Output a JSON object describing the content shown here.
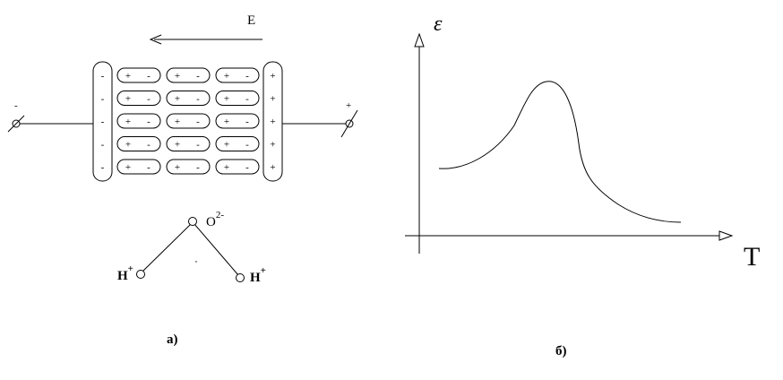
{
  "diagram_a": {
    "field_label": "E",
    "left_terminal_sign": "-",
    "right_terminal_sign": "+",
    "left_plate_signs": [
      "-",
      "-",
      "-",
      "-",
      "-"
    ],
    "right_plate_signs": [
      "+",
      "+",
      "+",
      "+",
      "+"
    ],
    "dipole_rows": 5,
    "dipole_cols": 3,
    "dipole_positive": "+",
    "dipole_negative": "-",
    "molecule": {
      "oxygen": "O",
      "oxygen_charge": "2-",
      "hydrogen_left": "H",
      "hydrogen_left_charge": "+",
      "hydrogen_right": "H",
      "hydrogen_right_charge": "+"
    },
    "caption": "а)"
  },
  "diagram_b": {
    "y_label": "ε",
    "x_label": "T",
    "caption": "б)"
  }
}
